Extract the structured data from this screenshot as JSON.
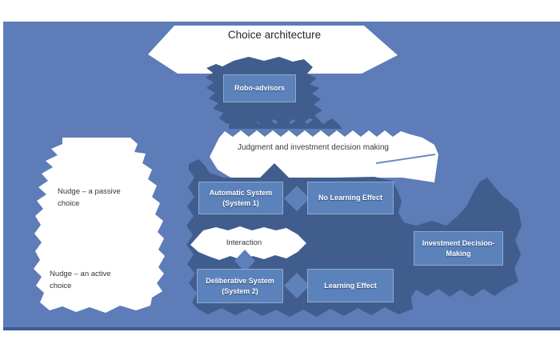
{
  "diagram": {
    "title": "Choice architecture",
    "colors": {
      "background": "#5d7cb8",
      "dark_blob": "#405d8d",
      "box_fill": "#5b82ba",
      "box_border": "#8fa9d0",
      "white_shape": "#ffffff",
      "bottom_edge": "#3d5b94"
    },
    "nodes": {
      "robo_advisors": "Robo-advisors",
      "judgment": "Judgment and investment decision making",
      "automatic_system": "Automatic System (System 1)",
      "no_learning_effect": "No Learning Effect",
      "interaction": "Interaction",
      "deliberative_system": "Deliberative System (System 2)",
      "learning_effect": "Learning Effect",
      "investment_decision_making": "Investment Decision-Making",
      "nudge_passive": "Nudge – a passive choice",
      "nudge_active": "Nudge – an active choice"
    }
  }
}
